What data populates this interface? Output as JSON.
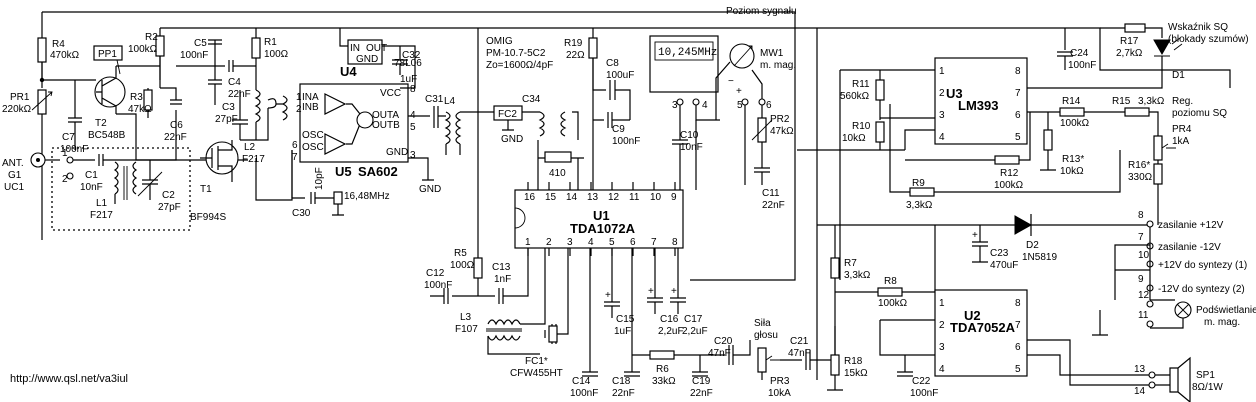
{
  "url": "http://www.qsl.net/va3iul",
  "display": {
    "freq": "10,245MHz"
  },
  "chips": {
    "u1": {
      "name": "U1",
      "part": "TDA1072A",
      "pins_top": [
        "16",
        "15",
        "14",
        "13",
        "12",
        "11",
        "10",
        "9"
      ],
      "pins_bottom": [
        "1",
        "2",
        "3",
        "4",
        "5",
        "6",
        "7",
        "8"
      ]
    },
    "u2": {
      "name": "U2",
      "part": "TDA7052A",
      "pins_left": [
        "1",
        "2",
        "3",
        "4"
      ],
      "pins_right": [
        "8",
        "7",
        "6",
        "5"
      ]
    },
    "u3": {
      "name": "U3",
      "part": "LM393",
      "pins_left": [
        "1",
        "2",
        "3",
        "4"
      ],
      "pins_right": [
        "8",
        "7",
        "6",
        "5"
      ]
    },
    "u4": {
      "name": "U4",
      "in": "IN",
      "out": "OUT",
      "gnd": "GND",
      "part": "78L06"
    },
    "u5": {
      "name": "U5",
      "part": "SA602",
      "ina": "INA",
      "inb": "INB",
      "outa": "OUTA",
      "outb": "OUTB",
      "vcc": "VCC",
      "osc1": "OSC",
      "osc2": "OSC",
      "gnd": "GND",
      "p1": "1",
      "p2": "2",
      "p3": "3",
      "p4": "4",
      "p5": "5",
      "p6": "6",
      "p7": "7",
      "p8": "8"
    }
  },
  "components": {
    "r4": "R4",
    "r4v": "470kΩ",
    "pp1": "PP1",
    "pr1": "PR1",
    "pr1v": "220kΩ",
    "c7": "C7",
    "c7v": "100nF",
    "t2": "T2",
    "t2v": "BC548B",
    "r3": "R3",
    "r3v": "47kΩ",
    "c6": "C6",
    "c6v": "22nF",
    "r2": "R2",
    "r2v": "100kΩ",
    "c5": "C5",
    "c5v": "100nF",
    "r1": "R1",
    "r1v": "100Ω",
    "c4": "C4",
    "c4v": "22nF",
    "c3": "C3",
    "c3v": "27pF",
    "t1": "T1",
    "t1v": "BF994S",
    "l2": "L2",
    "l2v": "F217",
    "c30": "C30",
    "c30v": "10pF",
    "xtal": "16,48MHz",
    "c32": "C32",
    "c32v": "1uF",
    "c31": "C31",
    "l4": "L4",
    "gnd": "GND",
    "omig": "OMIG",
    "omig1": "PM-10.7-5C2",
    "omig2": "Zo=1600Ω/4pF",
    "fc2": "FC2",
    "c34": "C34",
    "r410": "410",
    "r19": "R19",
    "r19v": "22Ω",
    "c8": "C8",
    "c8v": "100uF",
    "c9": "C9",
    "c9v": "100nF",
    "c10": "C10",
    "c10v": "10nF",
    "mw1_1": "Poziom sygnału",
    "mw1": "MW1",
    "mw1v": "m. mag.",
    "pr2": "PR2",
    "pr2v": "47kΩ",
    "c11": "C11",
    "c11v": "22nF",
    "p3": "3",
    "p4": "4",
    "p5": "5",
    "p6": "6",
    "r5": "R5",
    "r5v": "100Ω",
    "c12": "C12",
    "c12v": "100nF",
    "c13": "C13",
    "c13v": "1nF",
    "l3": "L3",
    "l3v": "F107",
    "fc1": "FC1*",
    "fc1v": "CFW455HT",
    "c14": "C14",
    "c14v": "100nF",
    "c15": "C15",
    "c15v": "1uF",
    "c16": "C16",
    "c16v": "2,2uF",
    "c17": "C17",
    "c17v": "2,2uF",
    "c18": "C18",
    "c18v": "22nF",
    "r6": "R6",
    "r6v": "33kΩ",
    "c19": "C19",
    "c19v": "22nF",
    "c20": "C20",
    "c20v": "47nF",
    "sila1": "Siła",
    "sila2": "głosu",
    "pr3": "PR3",
    "pr3v": "10kA",
    "c21": "C21",
    "c21v": "47nF",
    "ant1": "ANT.",
    "ant2": "G1",
    "ant3": "UC1",
    "c1": "C1",
    "c1v": "10nF",
    "l1": "L1",
    "l1v": "F217",
    "c2": "C2",
    "c2v": "27pF",
    "s1": "1",
    "s2": "2",
    "r11": "R11",
    "r11v": "560kΩ",
    "r10": "R10",
    "r10v": "10kΩ",
    "r9": "R9",
    "r9v": "3,3kΩ",
    "c24": "C24",
    "c24v": "100nF",
    "r17": "R17",
    "r17v": "2,7kΩ",
    "wsk1": "Wskaźnik SQ",
    "wsk2": "(blokady szumów)",
    "d1": "D1",
    "r14": "R14",
    "r14v": "100kΩ",
    "r15": "R15",
    "r15v": "3,3kΩ",
    "reg1": "Reg.",
    "reg2": "poziomu SQ",
    "pr4": "PR4",
    "pr4v": "1kA",
    "r13": "R13*",
    "r13v": "10kΩ",
    "r12": "R12",
    "r12v": "100kΩ",
    "r16": "R16*",
    "r16v": "330Ω",
    "d2": "D2",
    "d2v": "1N5819",
    "c23": "C23",
    "c23v": "470uF",
    "r7": "R7",
    "r7v": "3,3kΩ",
    "r8": "R8",
    "r8v": "100kΩ",
    "r18": "R18",
    "r18v": "15kΩ",
    "c22": "C22",
    "c22v": "100nF",
    "sp1": "SP1",
    "sp1v": "8Ω/1W"
  },
  "connectors": [
    {
      "num": "8",
      "label": "zasilanie +12V"
    },
    {
      "num": "7",
      "label": "zasilanie -12V"
    },
    {
      "num": "10",
      "label": "+12V do syntezy (1)"
    },
    {
      "num": "9",
      "label": "-12V do syntezy (2)"
    },
    {
      "num": "12",
      "label": ""
    },
    {
      "num": "11",
      "label": ""
    },
    {
      "num": "13",
      "label": ""
    },
    {
      "num": "14",
      "label": ""
    }
  ],
  "podsw1": "Podświetlanie",
  "podsw2": "m. mag."
}
